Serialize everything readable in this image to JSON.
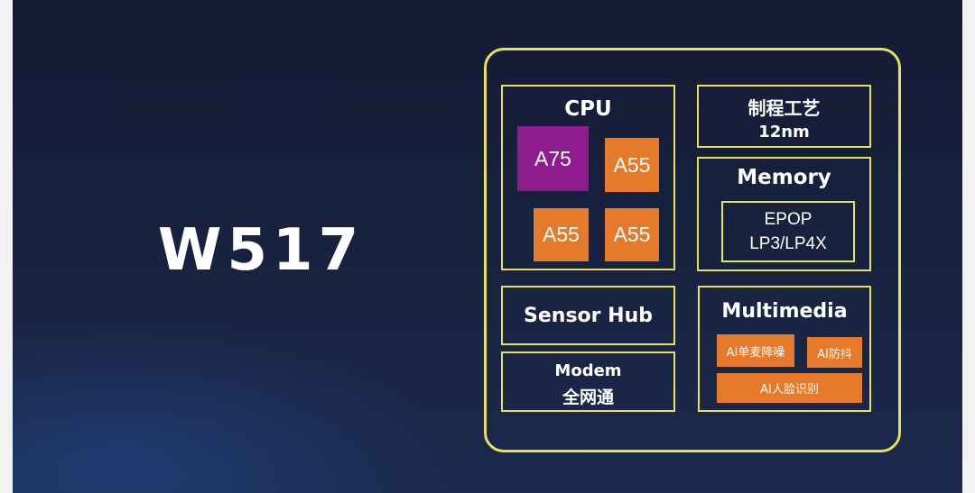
{
  "chip": {
    "name": "W517"
  },
  "cpu": {
    "label": "CPU",
    "cores": [
      "A75",
      "A55",
      "A55",
      "A55"
    ]
  },
  "process": {
    "label": "制程工艺",
    "value": "12nm"
  },
  "memory": {
    "label": "Memory",
    "line1": "EPOP",
    "line2": "LP3/LP4X"
  },
  "sensor_hub": {
    "label": "Sensor Hub"
  },
  "modem": {
    "label": "Modem",
    "sublabel": "全网通"
  },
  "multimedia": {
    "label": "Multimedia",
    "features": [
      "AI单麦降噪",
      "AI防抖",
      "AI人脸识别"
    ]
  },
  "colors": {
    "accent_border": "#e8e05a",
    "big_core": "#8e1c8e",
    "little_core": "#e47a2a",
    "background": "#18223f"
  }
}
